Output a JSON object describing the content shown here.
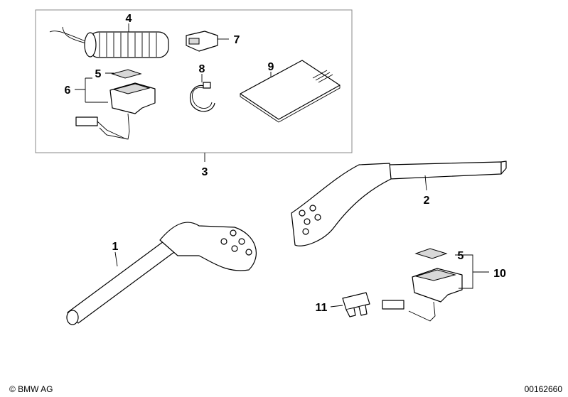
{
  "diagram": {
    "labels": {
      "p1": "1",
      "p2": "2",
      "p3": "3",
      "p4": "4",
      "p5a": "5",
      "p5b": "5",
      "p6": "6",
      "p7": "7",
      "p8": "8",
      "p9": "9",
      "p10": "10",
      "p11": "11"
    }
  },
  "footer": {
    "copyright": "© BMW AG",
    "drawing_number": "00162660"
  }
}
